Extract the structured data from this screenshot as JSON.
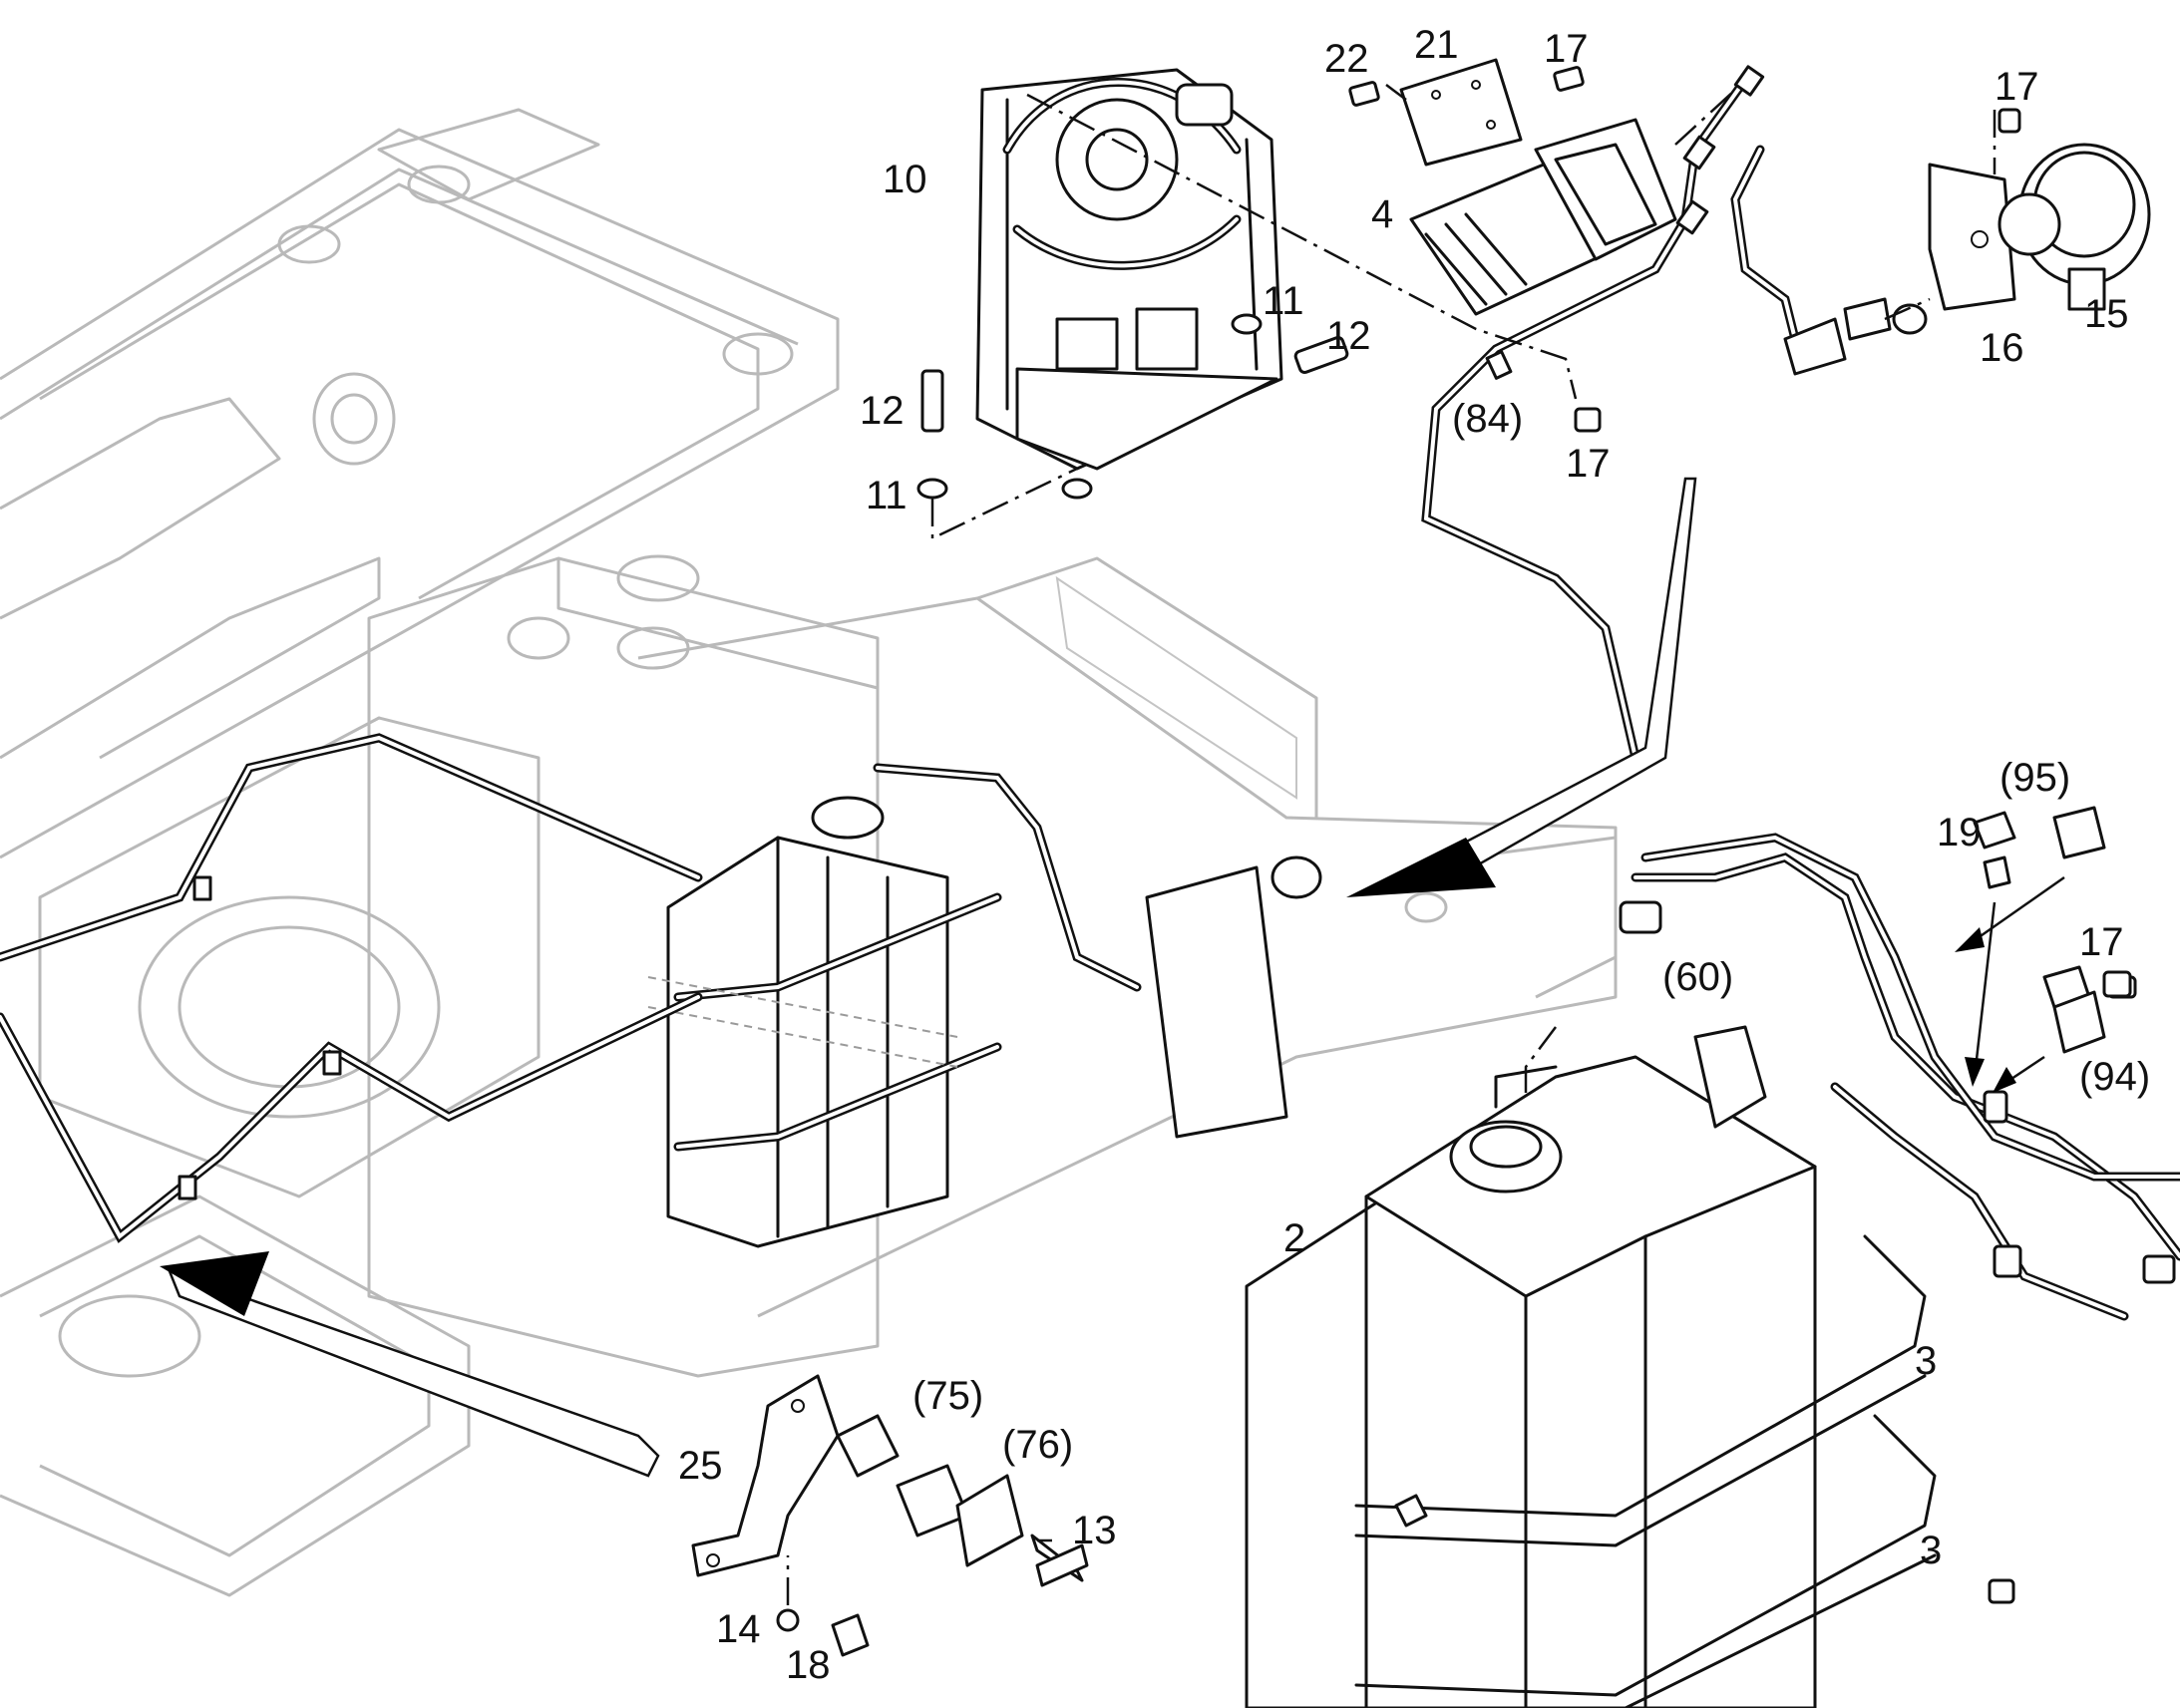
{
  "callouts": {
    "c2": "2",
    "c3a": "3",
    "c3b": "3",
    "c4": "4",
    "c10": "10",
    "c11a": "11",
    "c11b": "11",
    "c12a": "12",
    "c12b": "12",
    "c13": "13",
    "c14": "14",
    "c15": "15",
    "c16": "16",
    "c17a": "17",
    "c17b": "17",
    "c17c": "17",
    "c17d": "17",
    "c18": "18",
    "c19": "19",
    "c21": "21",
    "c22": "22",
    "c25": "25",
    "c60": "(60)",
    "c75": "(75)",
    "c76": "(76)",
    "c84": "(84)",
    "c94": "(94)",
    "c95": "(95)"
  }
}
